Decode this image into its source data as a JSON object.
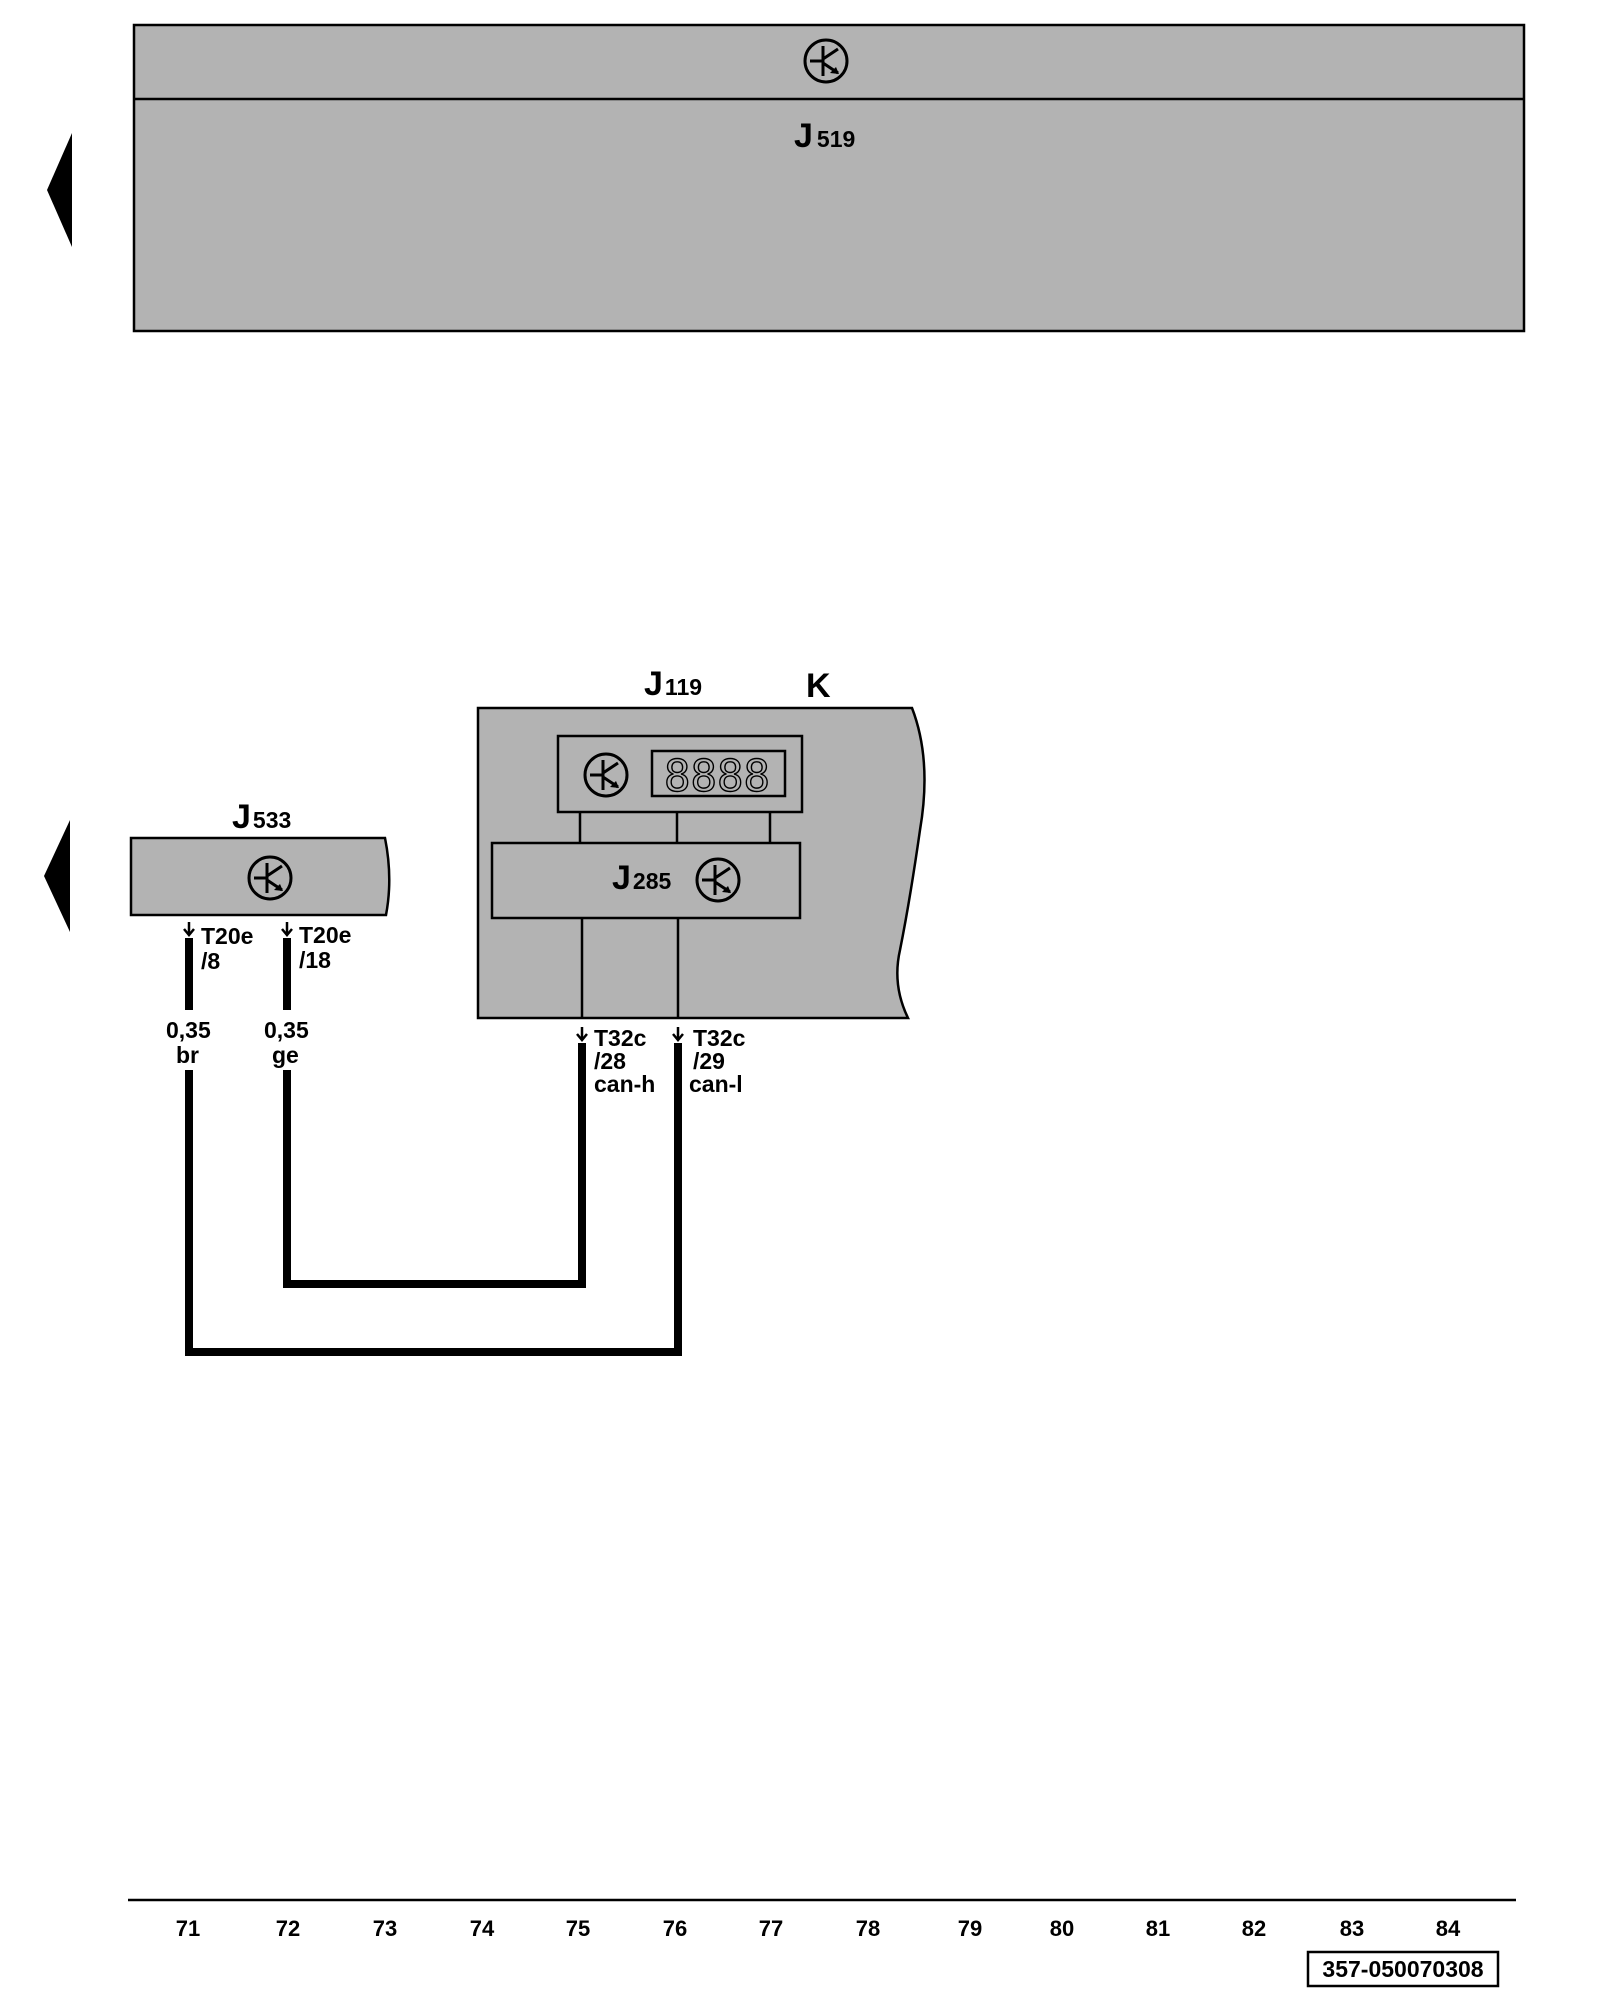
{
  "colors": {
    "module_fill": "#b3b3b3",
    "line": "#000000",
    "background": "#ffffff"
  },
  "modules": {
    "j519": {
      "letter": "J",
      "sub": "519"
    },
    "j119": {
      "letter": "J",
      "sub": "119"
    },
    "k": {
      "letter": "K"
    },
    "j285": {
      "letter": "J",
      "sub": "285"
    },
    "j533": {
      "letter": "J",
      "sub": "533"
    },
    "display_digits": "8888"
  },
  "connectors": {
    "j533_pin8": {
      "name": "T20e",
      "pin": "/8"
    },
    "j533_pin18": {
      "name": "T20e",
      "pin": "/18"
    },
    "j285_pin28": {
      "name": "T32c",
      "pin": "/28",
      "signal": "can-h"
    },
    "j285_pin29": {
      "name": "T32c",
      "pin": "/29",
      "signal": "can-l"
    }
  },
  "wires": {
    "br": {
      "size": "0,35",
      "color": "br"
    },
    "ge": {
      "size": "0,35",
      "color": "ge"
    }
  },
  "axis": [
    "71",
    "72",
    "73",
    "74",
    "75",
    "76",
    "77",
    "78",
    "79",
    "80",
    "81",
    "82",
    "83",
    "84"
  ],
  "doc_code": "357-050070308",
  "icons": [
    "ecu-star-icon",
    "page-left-arrow-icon",
    "pin-arrow-icon"
  ]
}
